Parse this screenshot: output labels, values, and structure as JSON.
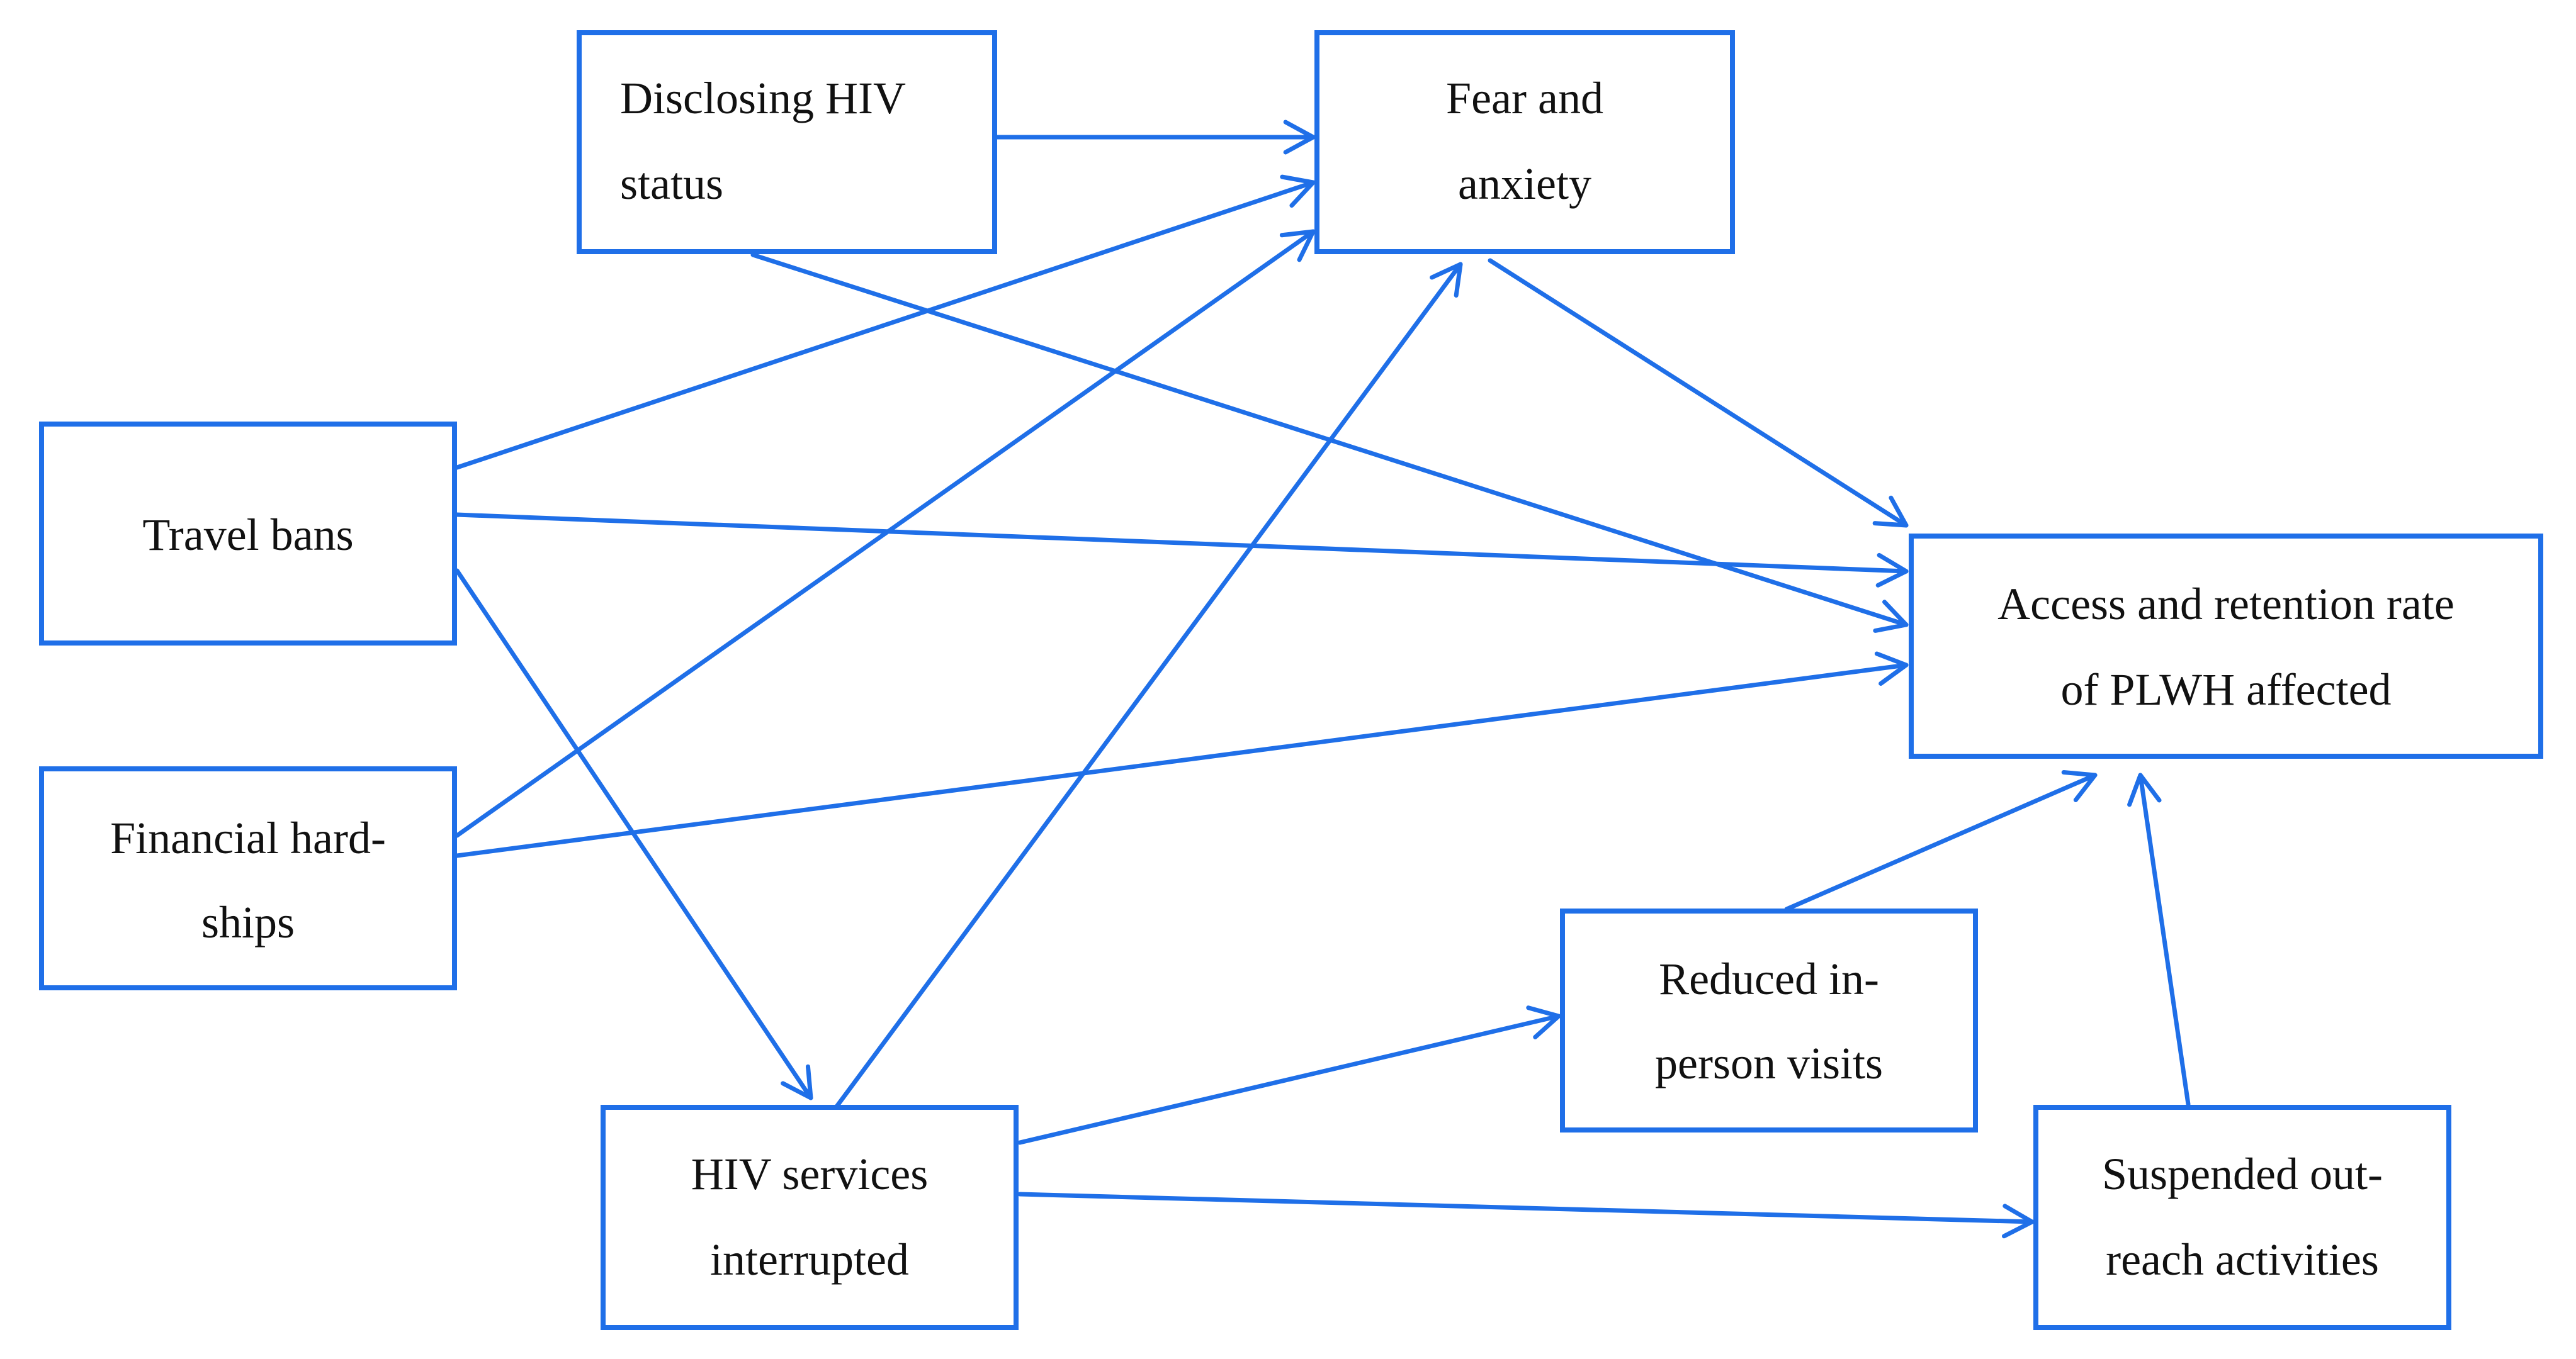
{
  "colors": {
    "stroke": "#1f6fe8",
    "text": "#111111",
    "background": "#ffffff"
  },
  "nodes": {
    "disclosing": {
      "lines": [
        "Disclosing  HIV",
        "status"
      ]
    },
    "fear": {
      "lines": [
        "Fear and",
        "anxiety"
      ]
    },
    "travel": {
      "lines": [
        "Travel bans"
      ]
    },
    "financial": {
      "lines": [
        "Financial hard-",
        "ships"
      ]
    },
    "access": {
      "lines": [
        "Access and retention rate",
        "of PLWH affected"
      ]
    },
    "reduced": {
      "lines": [
        "Reduced in-",
        "person visits"
      ]
    },
    "hiv_services": {
      "lines": [
        "HIV services",
        "interrupted"
      ]
    },
    "suspended": {
      "lines": [
        "Suspended out-",
        "reach activities"
      ]
    }
  },
  "edges": [
    {
      "from": "disclosing",
      "to": "fear"
    },
    {
      "from": "disclosing",
      "to": "access"
    },
    {
      "from": "travel",
      "to": "fear"
    },
    {
      "from": "travel",
      "to": "access"
    },
    {
      "from": "travel",
      "to": "hiv_services"
    },
    {
      "from": "financial",
      "to": "fear"
    },
    {
      "from": "financial",
      "to": "access"
    },
    {
      "from": "hiv_services",
      "to": "fear"
    },
    {
      "from": "hiv_services",
      "to": "reduced"
    },
    {
      "from": "hiv_services",
      "to": "suspended"
    },
    {
      "from": "fear",
      "to": "access"
    },
    {
      "from": "reduced",
      "to": "access"
    },
    {
      "from": "suspended",
      "to": "access"
    }
  ]
}
